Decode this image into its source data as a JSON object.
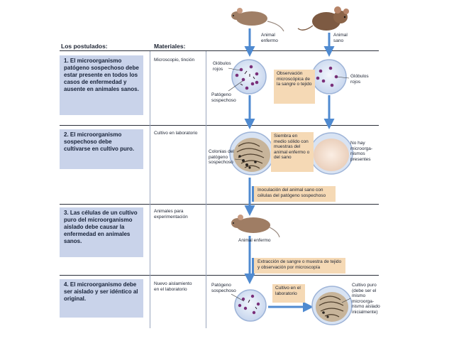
{
  "headers": {
    "postulates": "Los postulados:",
    "materials": "Materiales:"
  },
  "rows": [
    {
      "postulate": "1. El microorganismo patógeno sospechoso debe estar presente en todos los casos de enfermedad y ausente en animales sanos.",
      "material": "Microscopio, tinción"
    },
    {
      "postulate": "2. El microorganismo sospechoso debe cultivarse en cultivo puro.",
      "material": "Cultivo en laboratorio"
    },
    {
      "postulate": "3. Las células de un cultivo puro del microorganismo aislado debe causar la enfermedad en animales sanos.",
      "material": "Animales para experimentación"
    },
    {
      "postulate": "4. El microorganismo debe ser aislado y ser idéntico al original.",
      "material": "Nuevo aislamiento en el laboratorio"
    }
  ],
  "labels": {
    "sick_animal": "Animal enfermo",
    "healthy_animal": "Animal sano",
    "red_cells_left": "Glóbulos rojos",
    "red_cells_right": "Glóbulos rojos",
    "suspect_pathogen_1": "Patógeno sospechoso",
    "microscopic_obs": "Observación microscópica de la sangre o tejido",
    "colonies": "Colonias del patógeno sospechoso",
    "sowing": "Siembra en medio sólido con muestras del animal enfermo o del sano",
    "no_microorganisms": "No hay microorga-nismos presentes",
    "inoculation": "Inoculación del animal sano con células del patógeno sospechoso",
    "sick_animal_3": "Animal enfermo",
    "extraction": "Extracción de sangre o muestra de tejido y observación por microscopía",
    "suspect_pathogen_4": "Patógeno sospechoso",
    "lab_culture": "Cultivo en el laboratorio",
    "pure_culture": "Cultivo puro (debe ser el mismo microorga-nismo aislado inicialmente)"
  },
  "colors": {
    "postulate_bg": "#c9d3ea",
    "note_bg": "#f5d9b5",
    "arrow": "#4f8ad0",
    "dish_fill": "#dfe8f7",
    "cell": "#7a2f7a"
  }
}
